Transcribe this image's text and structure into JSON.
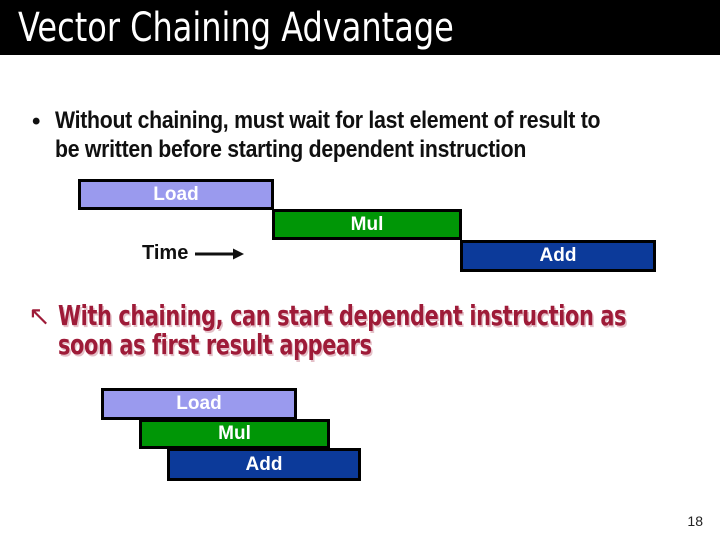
{
  "slide": {
    "title": "Vector Chaining Advantage",
    "page_number": "18",
    "bullet1": {
      "marker": "•",
      "line1": "Without chaining, must wait for last element of result to",
      "line2": "be written before starting dependent instruction"
    },
    "bullet2": {
      "marker": "↖",
      "line1": "With chaining, can start dependent instruction as",
      "line2": "soon as first result appears"
    },
    "time_label": "Time",
    "diagram_without_chaining": {
      "description": "staggered-sequential",
      "bars": [
        {
          "label": "Load",
          "color_key": "bar_load"
        },
        {
          "label": "Mul",
          "color_key": "bar_mul"
        },
        {
          "label": "Add",
          "color_key": "bar_add"
        }
      ]
    },
    "diagram_with_chaining": {
      "description": "overlapped-pipelined",
      "bars": [
        {
          "label": "Load",
          "color_key": "bar_load"
        },
        {
          "label": "Mul",
          "color_key": "bar_mul"
        },
        {
          "label": "Add",
          "color_key": "bar_add"
        }
      ]
    }
  },
  "colors": {
    "title_bar_bg": "#000000",
    "title_text": "#ffffff",
    "body_text": "#101010",
    "accent_red": "#9e1b38",
    "bar_load": "#9a9aee",
    "bar_mul": "#009606",
    "bar_add": "#0c3a9a",
    "bar_border": "#000000",
    "bar_label": "#ffffff"
  }
}
